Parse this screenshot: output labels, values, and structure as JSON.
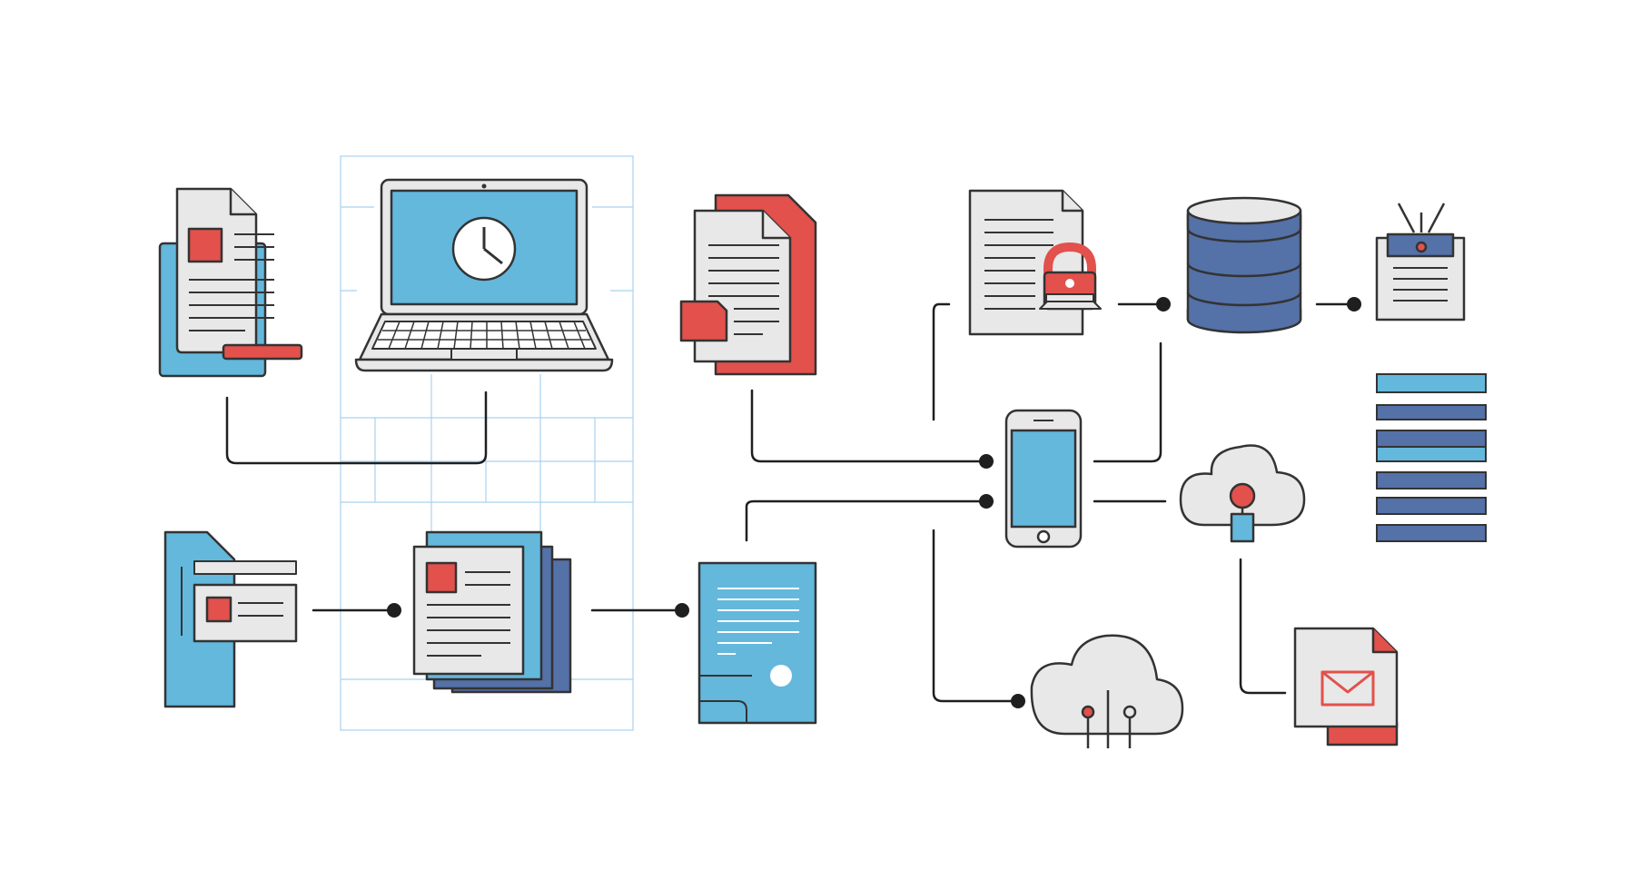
{
  "palette": {
    "background": "#ffffff",
    "outline": "#333333",
    "line": "#1f1f1f",
    "paper": "#e8e8e8",
    "accent_red": "#e2514c",
    "light_blue": "#63b8dc",
    "dark_blue": "#5471a8",
    "grid": "#a9d2ef"
  },
  "nodes": [
    {
      "id": "document-stack",
      "icon": "document-with-image-icon"
    },
    {
      "id": "laptop",
      "icon": "laptop-clock-icon"
    },
    {
      "id": "red-document",
      "icon": "document-red-tab-icon"
    },
    {
      "id": "locked-document",
      "icon": "padlock-document-icon"
    },
    {
      "id": "database",
      "icon": "database-icon"
    },
    {
      "id": "antenna-notepad",
      "icon": "antenna-notepad-icon"
    },
    {
      "id": "server-racks",
      "icon": "server-rack-icon"
    },
    {
      "id": "smartphone",
      "icon": "smartphone-icon"
    },
    {
      "id": "cloud-upload",
      "icon": "cloud-upload-icon"
    },
    {
      "id": "folder-cards",
      "icon": "folder-card-icon"
    },
    {
      "id": "document-pile",
      "icon": "document-pile-icon"
    },
    {
      "id": "certificate",
      "icon": "certificate-icon"
    },
    {
      "id": "cloud-circuit",
      "icon": "cloud-circuit-icon"
    },
    {
      "id": "email-file",
      "icon": "email-file-icon"
    }
  ],
  "connections": [
    {
      "from": "document-stack",
      "to": "laptop"
    },
    {
      "from": "red-document",
      "to": "smartphone"
    },
    {
      "from": "certificate",
      "to": "smartphone"
    },
    {
      "from": "locked-document",
      "to": "smartphone"
    },
    {
      "from": "locked-document",
      "to": "database"
    },
    {
      "from": "database",
      "to": "antenna-notepad"
    },
    {
      "from": "database",
      "to": "smartphone"
    },
    {
      "from": "smartphone",
      "to": "cloud-upload"
    },
    {
      "from": "smartphone",
      "to": "cloud-circuit"
    },
    {
      "from": "cloud-upload",
      "to": "email-file"
    },
    {
      "from": "folder-cards",
      "to": "document-pile"
    },
    {
      "from": "document-pile",
      "to": "certificate"
    }
  ]
}
